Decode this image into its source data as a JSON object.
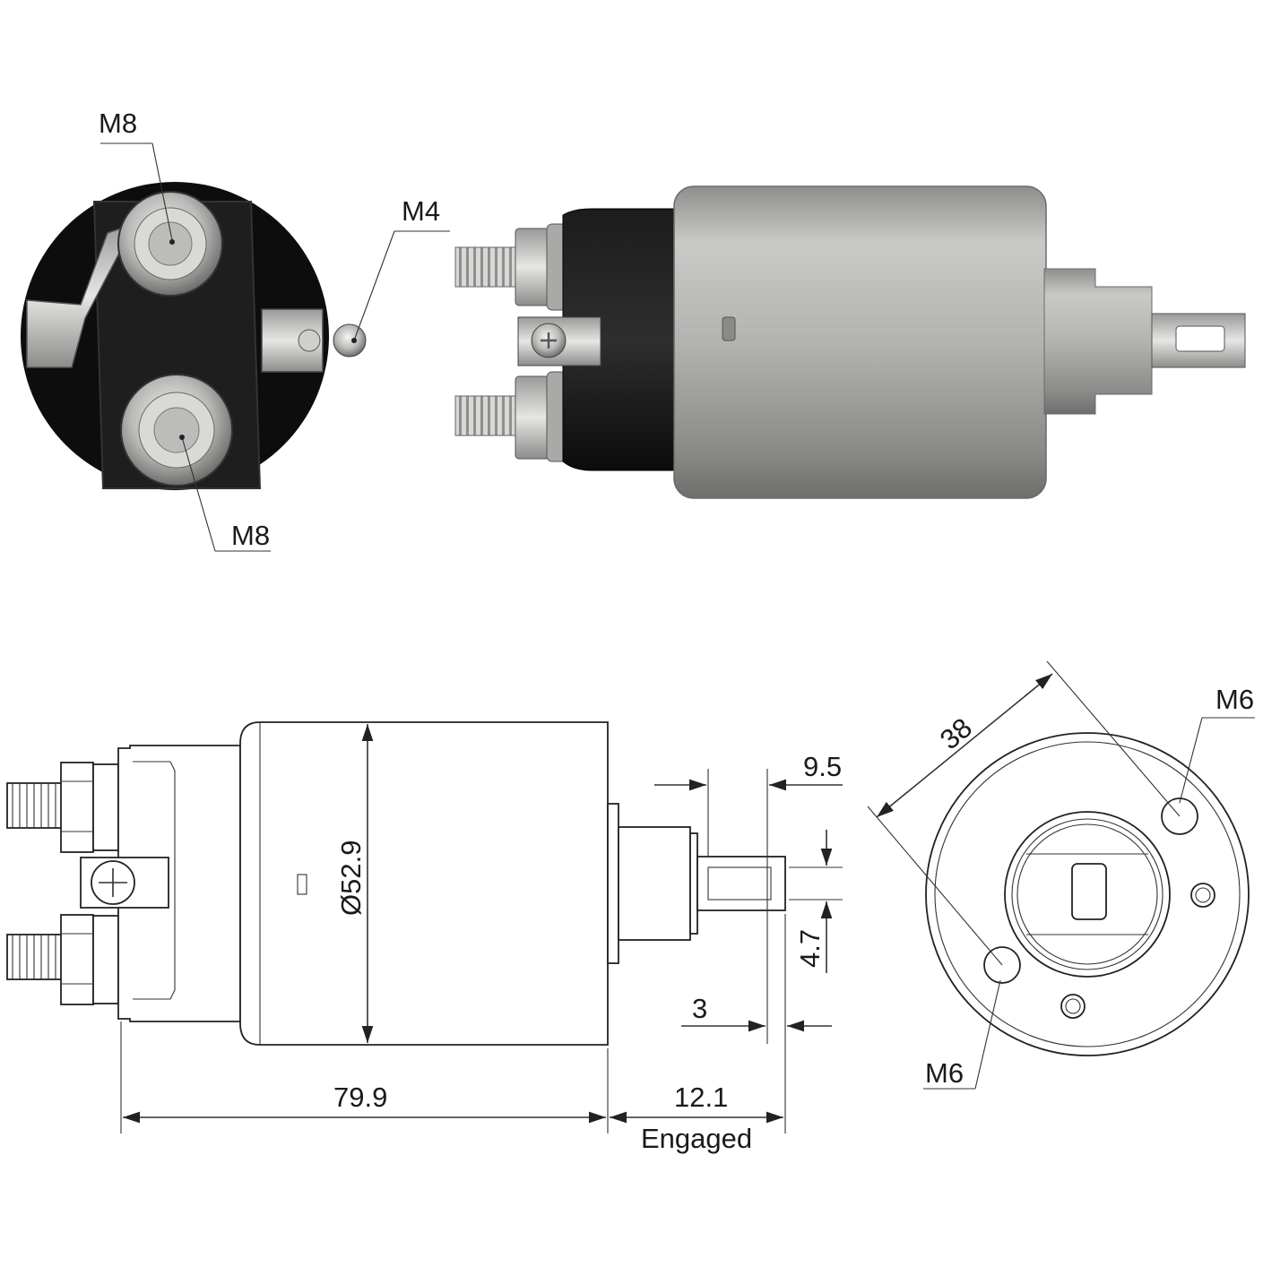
{
  "photo_callouts": {
    "top_terminal": "M8",
    "bottom_terminal": "M8",
    "control_terminal": "M4"
  },
  "drawing": {
    "diameter": "Ø52.9",
    "body_length": "79.9",
    "plunger_travel": "12.1",
    "plunger_state": "Engaged",
    "tab_length": "9.5",
    "tab_slot": "4.7",
    "tab_offset": "3",
    "bolt_spacing": "38",
    "mount_thread_top": "M6",
    "mount_thread_bottom": "M6"
  },
  "colors": {
    "background": "#ffffff",
    "line": "#333333",
    "housing": "#a7a7a5",
    "cap": "#111111"
  }
}
